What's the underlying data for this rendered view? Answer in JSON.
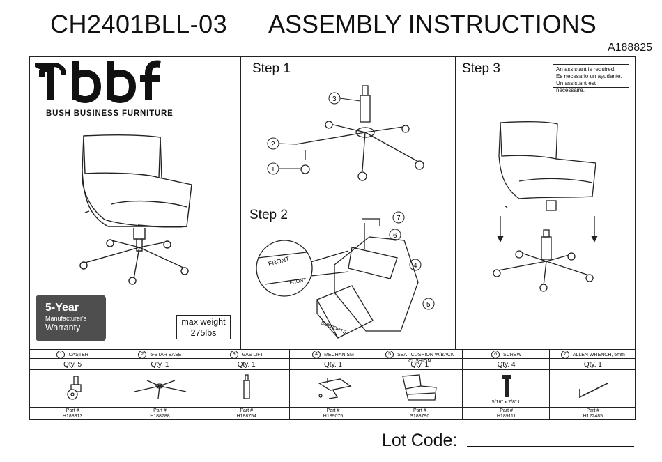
{
  "header": {
    "model": "CH2401BLL-03",
    "title": "ASSEMBLY INSTRUCTIONS",
    "code": "A188825"
  },
  "brand": {
    "logo_text": "bbf",
    "subtitle": "BUSH BUSINESS FURNITURE"
  },
  "warranty": {
    "years": "5-Year",
    "line2": "Manufacturer's",
    "line3": "Warranty"
  },
  "max_weight": {
    "line1": "max weight",
    "line2": "275lbs"
  },
  "steps": {
    "step1": "Step 1",
    "step2": "Step 2",
    "step3": "Step 3"
  },
  "notice": {
    "en": "An assistant is required.",
    "es": "Es necesario un ayudante.",
    "fr": "Un assistant est nécessaire."
  },
  "step2_labels": {
    "front1": "FRONT",
    "front2": "FRONT",
    "supports": "SUPPORTS"
  },
  "callouts": [
    "1",
    "2",
    "3",
    "4",
    "5",
    "6",
    "7"
  ],
  "part_label": "Part #",
  "parts": [
    {
      "num": "1",
      "name": "CASTER",
      "qty": "Qty. 5",
      "part": "H188313",
      "icon": "caster-icon"
    },
    {
      "num": "2",
      "name": "5-STAR BASE",
      "qty": "Qty. 1",
      "part": "H188788",
      "icon": "star-base-icon"
    },
    {
      "num": "3",
      "name": "GAS LIFT",
      "qty": "Qty. 1",
      "part": "H188754",
      "icon": "gas-lift-icon"
    },
    {
      "num": "4",
      "name": "MECHANISM",
      "qty": "Qty. 1",
      "part": "H189075",
      "icon": "mechanism-icon"
    },
    {
      "num": "5",
      "name": "SEAT CUSHION W/BACK CUSHION",
      "qty": "Qty. 1",
      "part": "S188790",
      "icon": "seat-cushion-icon"
    },
    {
      "num": "6",
      "name": "SCREW",
      "qty": "Qty. 4",
      "part": "H189111",
      "note": "5/16\" x 7/8\" L",
      "icon": "screw-icon"
    },
    {
      "num": "7",
      "name": "ALLEN WRENCH, 5mm",
      "qty": "Qty. 1",
      "part": "H122485",
      "icon": "allen-wrench-icon"
    }
  ],
  "lot": {
    "label": "Lot Code:"
  }
}
